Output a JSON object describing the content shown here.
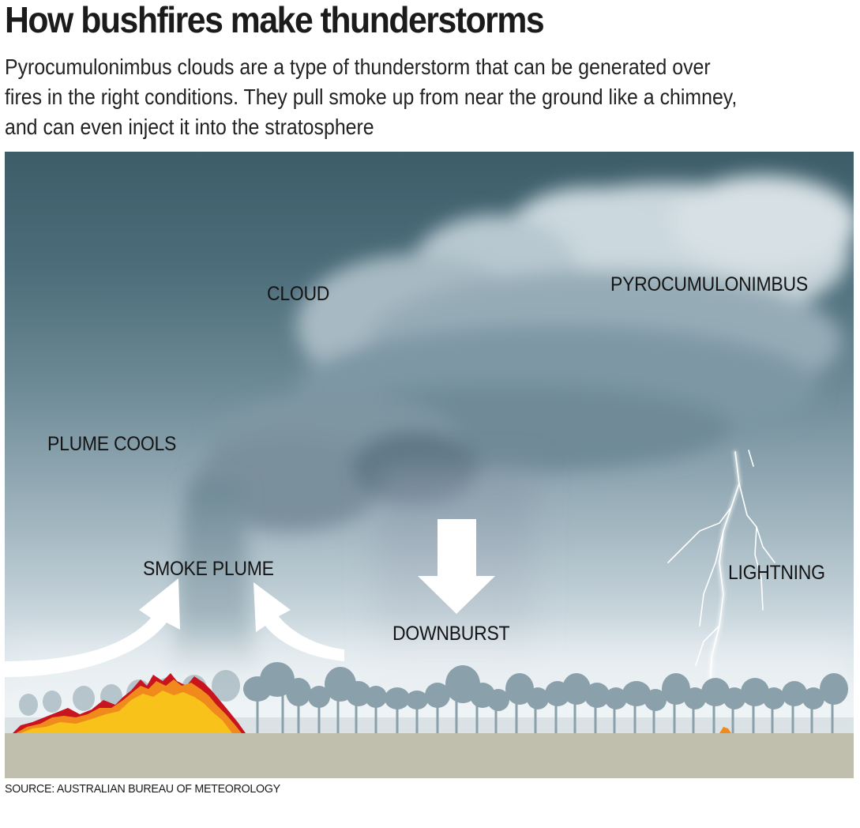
{
  "header": {
    "title": "How bushfires make thunderstorms",
    "subtitle_lines": [
      "Pyrocumulonimbus clouds are a type of thunderstorm that can be generated over",
      "fires in the right conditions. They pull smoke up from near the ground like a chimney,",
      "and can even inject it into the stratosphere"
    ]
  },
  "diagram": {
    "labels": {
      "cloud": "CLOUD",
      "pyrocumulonimbus": "PYROCUMULONIMBUS",
      "plume_cools": "PLUME COOLS",
      "smoke_plume": "SMOKE PLUME",
      "downburst": "DOWNBURST",
      "lightning": "LIGHTNING"
    },
    "icons": [
      "inflow-arrow-left-icon",
      "inflow-arrow-right-icon",
      "downburst-arrow-icon",
      "lightning-bolt-icon",
      "fire-icon",
      "tree-line-icon",
      "cloud-icon"
    ],
    "colors": {
      "sky_top": "#3d5d69",
      "sky_bottom": "#f4f7f8",
      "cloud": "#8ea5b0",
      "cloud_dark": "#5b7885",
      "trees": "#8aa0ab",
      "ground": "#c0bfae",
      "fire_yellow": "#f8c21a",
      "fire_orange": "#f08a1c",
      "fire_red": "#c8141e"
    }
  },
  "footer": {
    "source": "SOURCE: AUSTRALIAN BUREAU OF METEOROLOGY"
  }
}
